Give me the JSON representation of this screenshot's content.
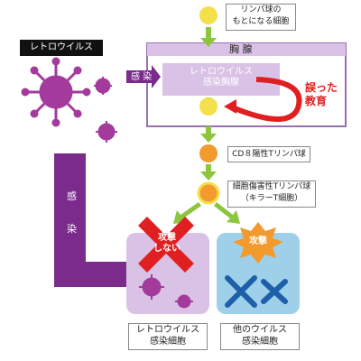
{
  "nodes": {
    "origin": "リンパ球の\nもとになる細胞",
    "thymus": "胸 腺",
    "retro_thymus": "レトロウイルス\n感染胸腺",
    "cd8": "CD８陽性Tリンパ球",
    "killer": "細胞傷害性Tリンパ球\n（キラーT細胞）",
    "target_retro": "レトロウイルス\n感染細胞",
    "target_other": "他のウイルス\n感染細胞"
  },
  "labels": {
    "virus": "レトロウイルス",
    "infection_small": "感 染",
    "infection_tall_1": "感",
    "infection_tall_2": "染",
    "mis_education": "誤った\n教育",
    "no_attack": "攻撃\nしない",
    "attack": "攻撃"
  },
  "colors": {
    "purple": "#7a2b8c",
    "light_purple": "#d9c2e6",
    "thymus_border": "#9a6fb0",
    "green": "#8cc63f",
    "yellow": "#f3e04a",
    "orange": "#f29a2e",
    "red": "#e02020",
    "blue": "#9fd0ea",
    "x_blue": "#1d5fa8",
    "virus_purple": "#a43b9c"
  }
}
